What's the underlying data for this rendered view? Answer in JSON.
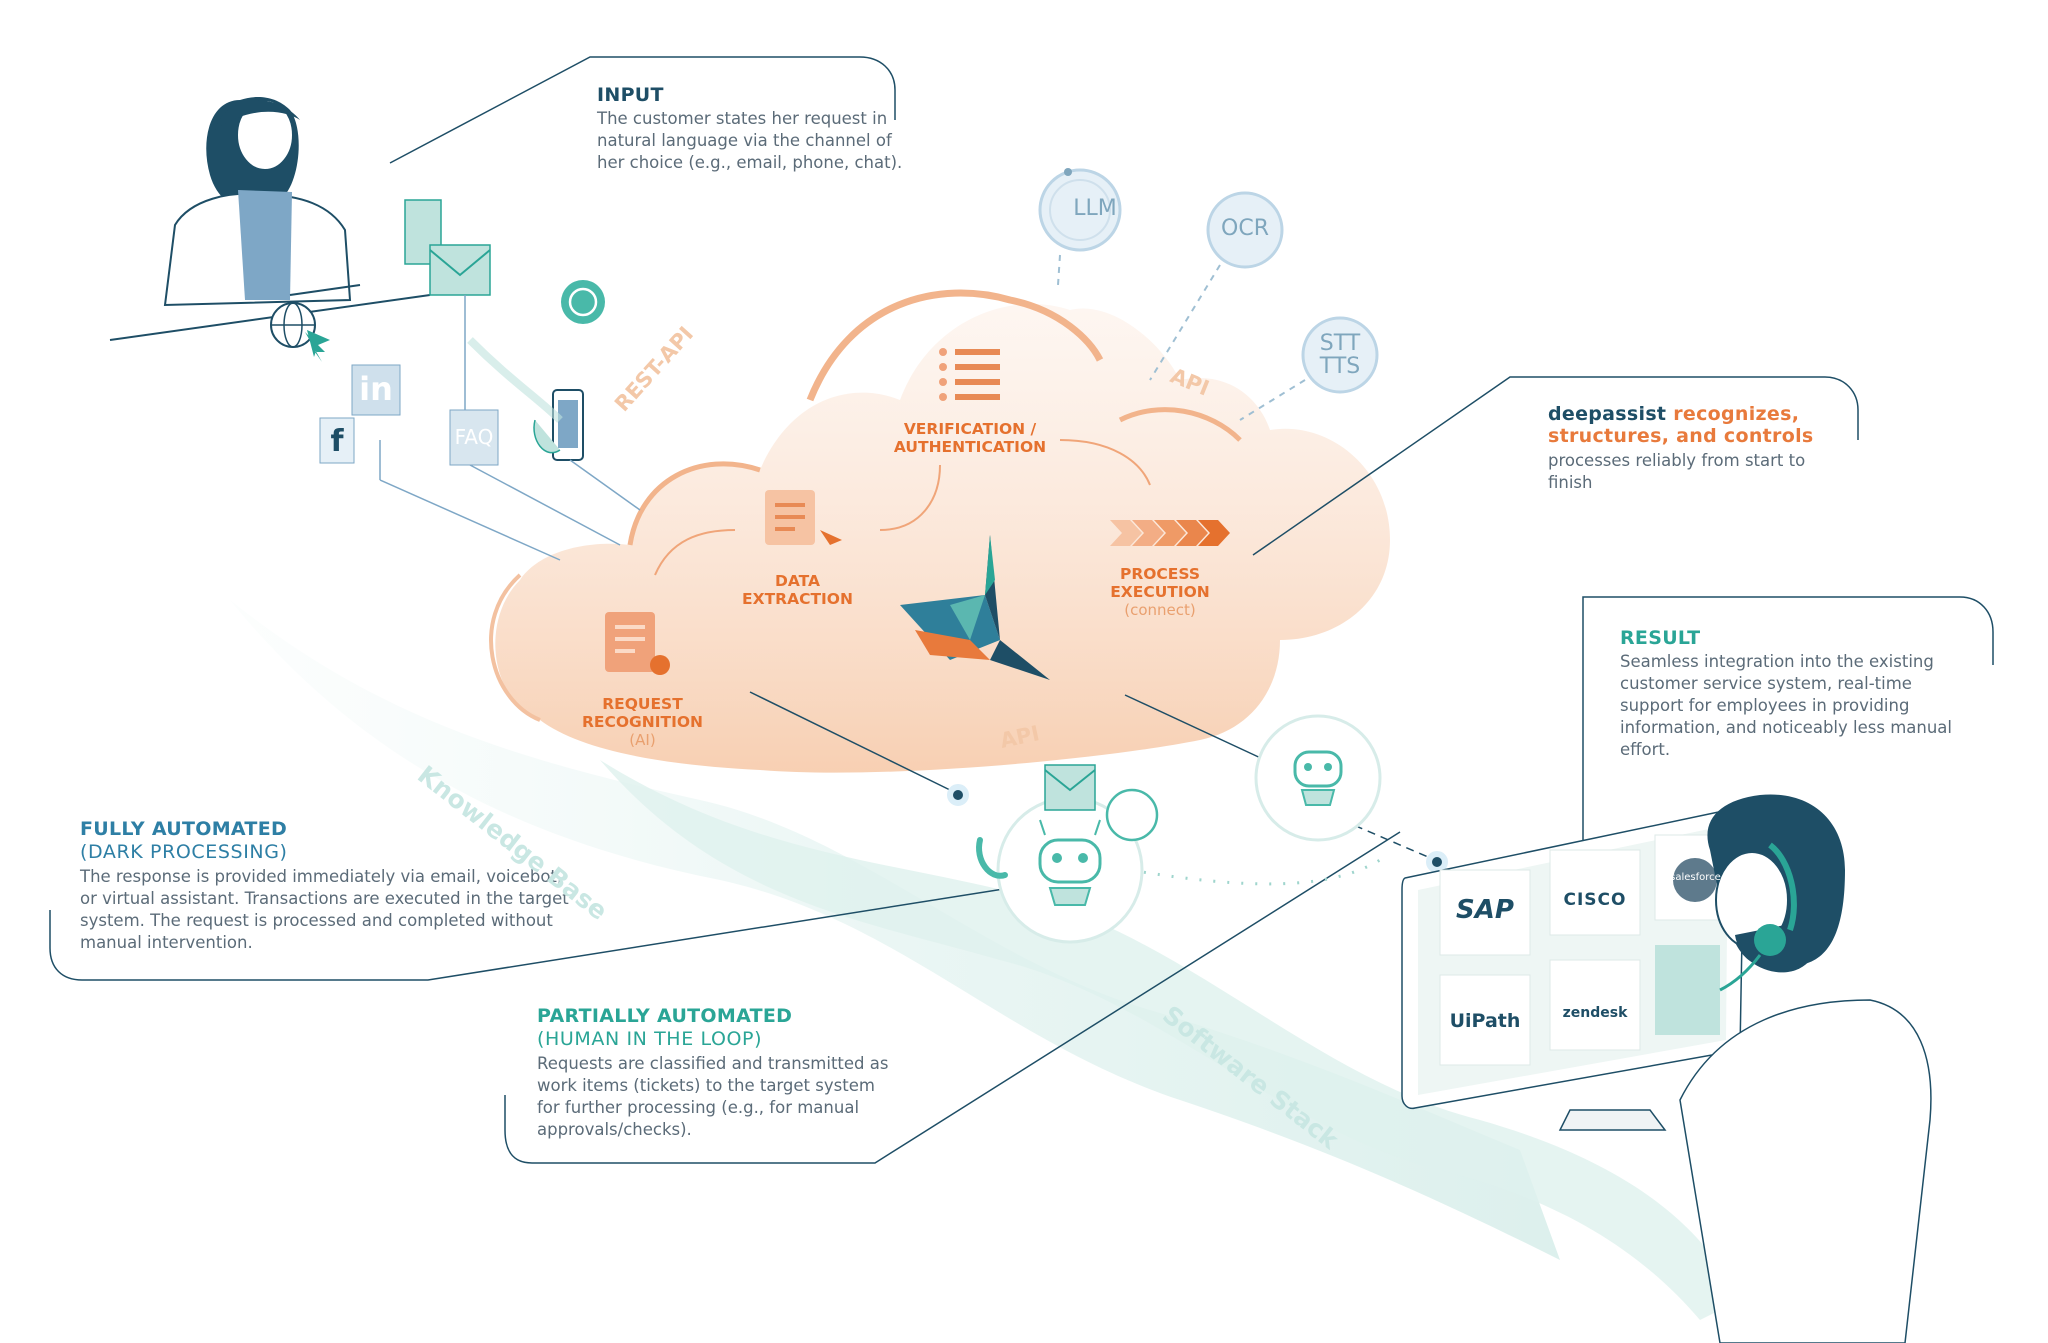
{
  "input": {
    "title": "INPUT",
    "body": "The customer states her request in natural language via the channel of her choice (e.g., email, phone, chat)."
  },
  "deepassist": {
    "brand": "deepassist",
    "headline_1": "recognizes,",
    "headline_2": "structures, and controls",
    "body": "processes reliably from start to finish"
  },
  "result": {
    "title": "RESULT",
    "body": "Seamless integration into the existing customer service system, real-time support for employees in providing information, and noticeably less manual effort."
  },
  "fully_automated": {
    "title": "FULLY AUTOMATED",
    "subtitle": "(DARK PROCESSING)",
    "body": "The response is provided immediately via email, voicebot, or virtual assistant. Transactions are executed in the target system. The request is processed and completed without manual intervention."
  },
  "partially_automated": {
    "title": "PARTIALLY AUTOMATED",
    "subtitle": "(HUMAN IN THE LOOP)",
    "body": "Requests are classified and transmitted as work items (tickets) to the target system for further processing (e.g., for manual approvals/checks)."
  },
  "steps": {
    "request_recognition": {
      "line1": "REQUEST",
      "line2": "RECOGNITION",
      "paren": "(AI)"
    },
    "data_extraction": {
      "line1": "DATA",
      "line2": "EXTRACTION"
    },
    "verification": {
      "line1": "VERIFICATION /",
      "line2": "AUTHENTICATION"
    },
    "process_execution": {
      "line1": "PROCESS",
      "line2": "EXECUTION",
      "paren": "(connect)"
    }
  },
  "services": {
    "llm": "LLM",
    "ocr": "OCR",
    "stt": "STT",
    "tts": "TTS"
  },
  "api_labels": {
    "rest_api": "REST-API",
    "api_top": "API",
    "api_bottom": "API"
  },
  "waves": {
    "knowledge_base": "Knowledge Base",
    "software_stack": "Software Stack"
  },
  "channel_icons": {
    "faq": "FAQ",
    "linkedin": "in",
    "facebook": "f"
  },
  "systems": {
    "sap": "SAP",
    "cisco": "CISCO",
    "salesforce": "salesforce",
    "uipath": "UiPath",
    "zendesk": "zendesk"
  },
  "colors": {
    "navy": "#1e4e66",
    "teal": "#2aa596",
    "orange": "#e87a3c",
    "blue": "#2e7fa5"
  }
}
